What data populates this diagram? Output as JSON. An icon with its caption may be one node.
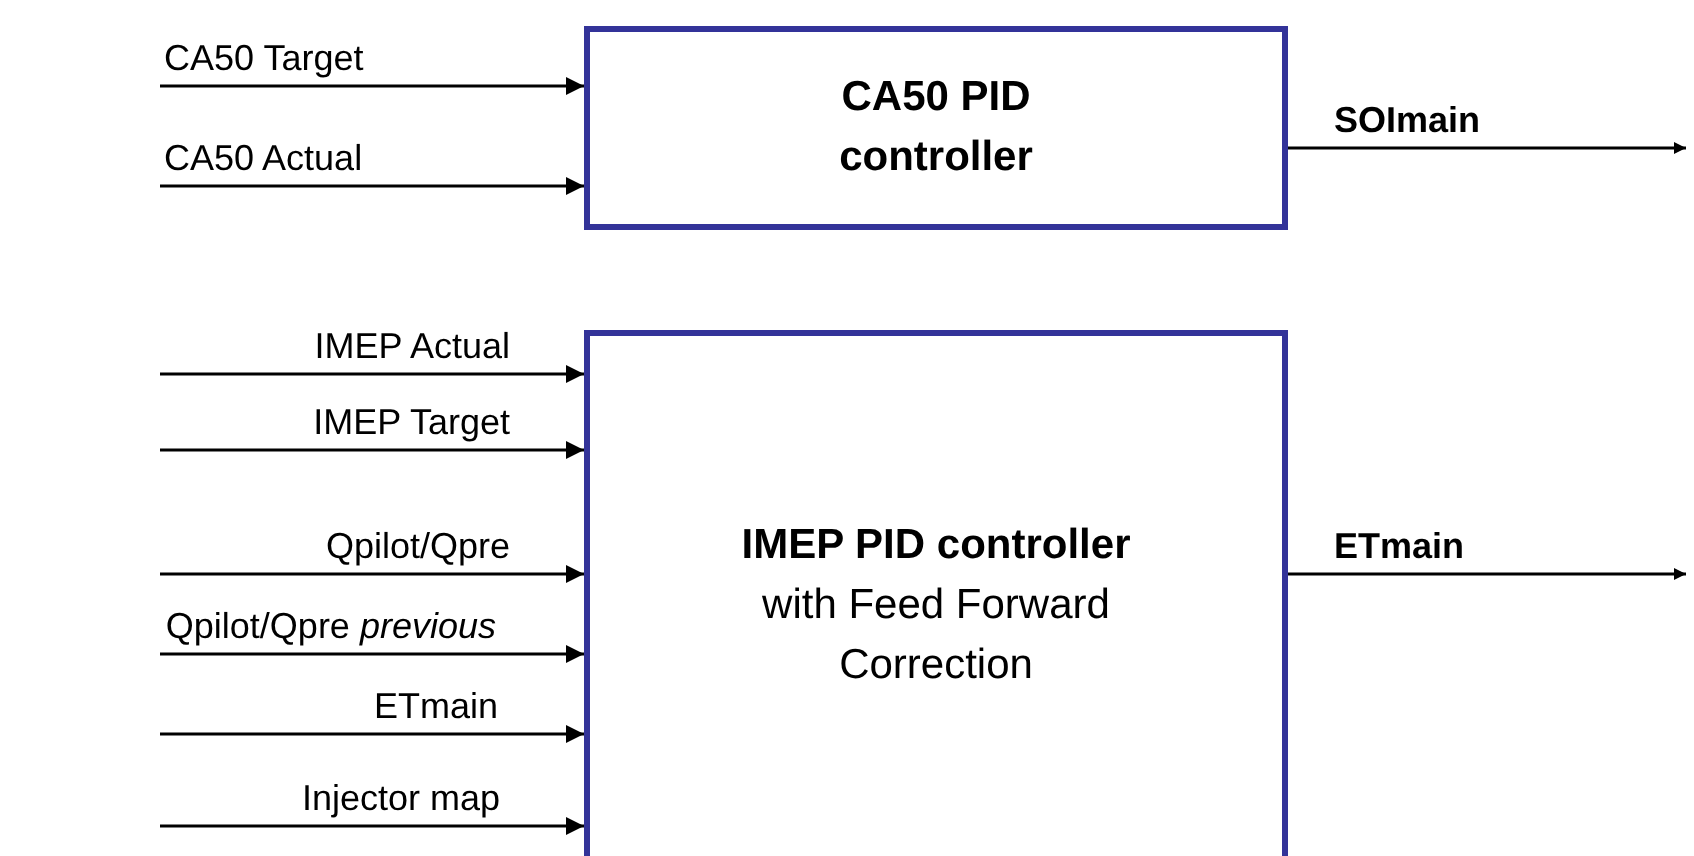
{
  "diagram": {
    "nodes": [
      {
        "text": [
          "CA50 PID controller"
        ]
      },
      {
        "text": [
          "IMEP PID controller",
          "with Feed Forward Correction"
        ]
      }
    ],
    "edges": [
      {
        "from": null,
        "to": 0,
        "arrow": "to",
        "label": "CA50 Target"
      },
      {
        "from": null,
        "to": 0,
        "arrow": "to",
        "label": "CA50 Actual"
      },
      {
        "from": 0,
        "to": null,
        "arrow": "to",
        "label": "SOImain"
      },
      {
        "from": null,
        "to": 1,
        "arrow": "to",
        "label": "IMEP Actual"
      },
      {
        "from": null,
        "to": 1,
        "arrow": "to",
        "label": "IMEP Target"
      },
      {
        "from": null,
        "to": 1,
        "arrow": "to",
        "label": "Qpilot/Qpre"
      },
      {
        "from": null,
        "to": 1,
        "arrow": "to",
        "label": "Qpilot/Qpre *previous*"
      },
      {
        "from": null,
        "to": 1,
        "arrow": "to",
        "label": "ETmain"
      },
      {
        "from": null,
        "to": 1,
        "arrow": "to",
        "label": "Injector map"
      },
      {
        "from": 1,
        "to": null,
        "arrow": "to",
        "label": "ETmain"
      }
    ]
  }
}
